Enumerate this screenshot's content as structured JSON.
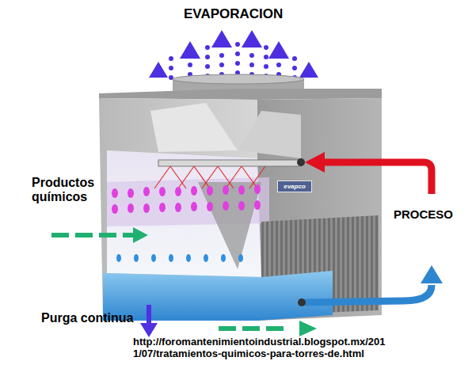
{
  "diagram": {
    "nodes": [
      {
        "text": [
          "evapco"
        ]
      }
    ],
    "labels": [
      "EVAPORACION",
      "Productos químicos",
      "PROCESO",
      "Purga continua",
      "http://foromantenimientoindustrial.blogspot.mx/201 1/07/tratamientos-quimicos-para-torres-de.html"
    ]
  }
}
